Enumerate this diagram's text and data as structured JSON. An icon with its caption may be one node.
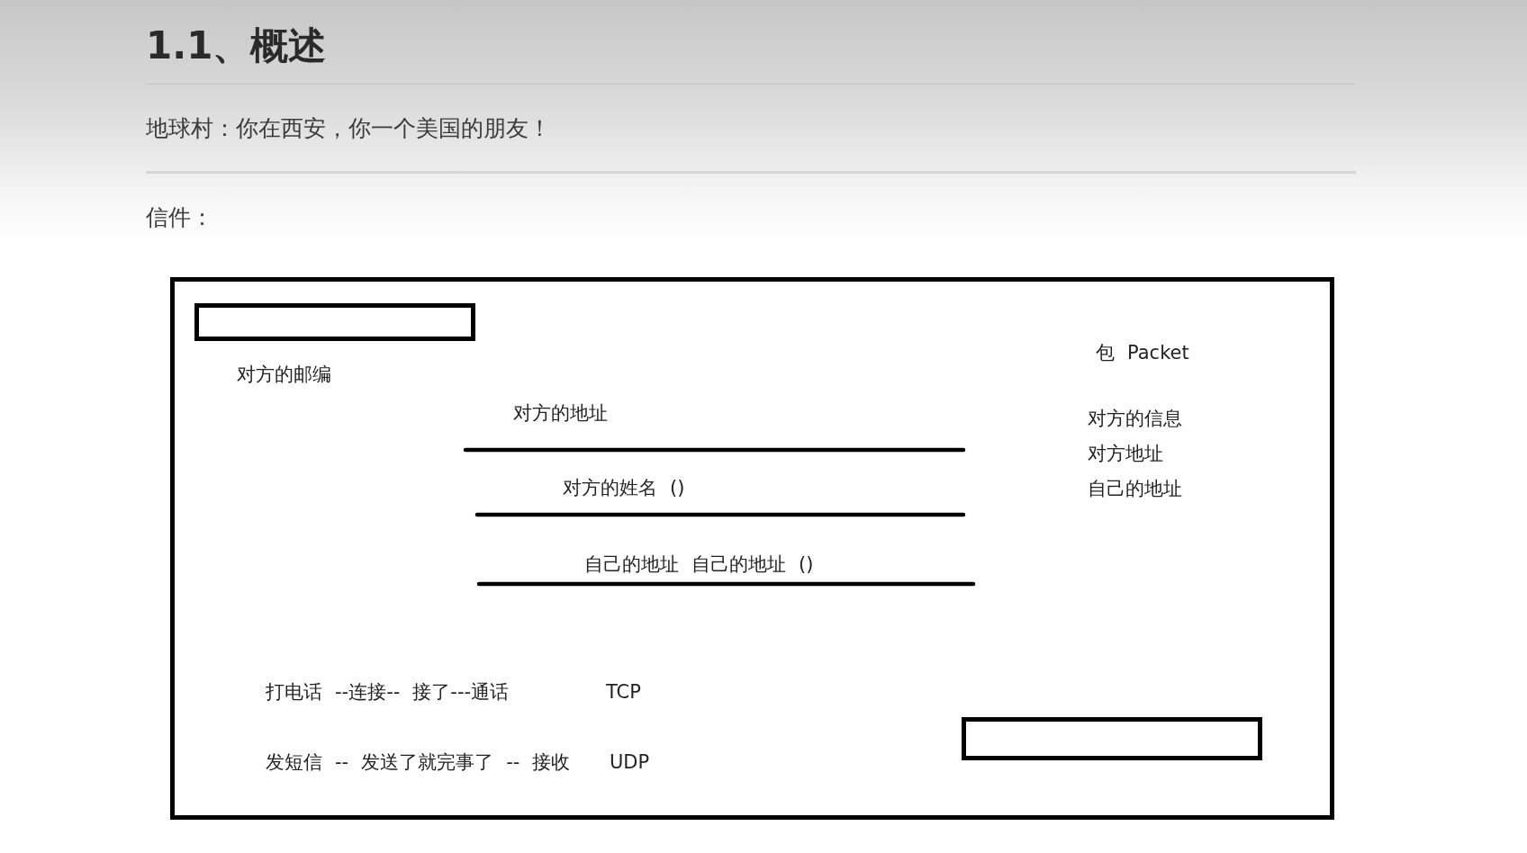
{
  "diagram": {
    "title": "1.1、概述",
    "nodes": [
      {
        "text": [
          "对方的邮编",
          "对方的地址",
          "对方的姓名 ()",
          "自己的地址 自己的地址 ()",
          "包 Packet",
          "对方的信息",
          "对方地址",
          "自己的地址",
          "打电话 --连接-- 接了---通话",
          "TCP",
          "发短信 -- 发送了就完事了 -- 接收",
          "UDP"
        ]
      },
      {
        "text": [],
        "shape": "box",
        "in": 0
      },
      {
        "text": [],
        "shape": "box",
        "in": 0
      }
    ],
    "labels": [
      "地球村：你在西安，你一个美国的朋友！",
      "信件："
    ]
  }
}
